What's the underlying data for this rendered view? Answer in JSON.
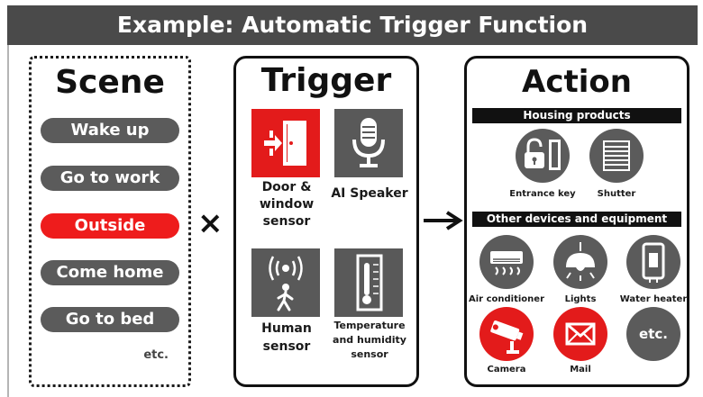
{
  "title": "Example: Automatic Trigger Function",
  "scene": {
    "title": "Scene",
    "items": [
      {
        "label": "Wake up",
        "highlight": false
      },
      {
        "label": "Go to work",
        "highlight": false
      },
      {
        "label": "Outside",
        "highlight": true
      },
      {
        "label": "Come home",
        "highlight": false
      },
      {
        "label": "Go to bed",
        "highlight": false
      }
    ],
    "etc": "etc."
  },
  "operator": "×",
  "trigger": {
    "title": "Trigger",
    "items": [
      {
        "label": "Door & window sensor",
        "icon": "door-sensor-icon"
      },
      {
        "label": "AI Speaker",
        "icon": "microphone-icon"
      },
      {
        "label": "Human sensor",
        "icon": "human-presence-icon"
      },
      {
        "label": "Temperature and humidity sensor",
        "icon": "thermometer-icon"
      }
    ]
  },
  "action": {
    "title": "Action",
    "housing_header": "Housing products",
    "housing": [
      {
        "label": "Entrance key",
        "icon": "lock-icon"
      },
      {
        "label": "Shutter",
        "icon": "shutter-icon"
      }
    ],
    "devices_header": "Other devices and equipment",
    "devices": [
      {
        "label": "Air conditioner",
        "icon": "air-conditioner-icon"
      },
      {
        "label": "Lights",
        "icon": "lamp-icon"
      },
      {
        "label": "Water heater",
        "icon": "water-heater-icon"
      },
      {
        "label": "Camera",
        "icon": "camera-icon"
      },
      {
        "label": "Mail",
        "icon": "mail-icon"
      },
      {
        "label": "etc.",
        "icon": ""
      }
    ]
  },
  "colors": {
    "accent": "#e31b1b",
    "icon_gray": "#595959",
    "title_bar": "#4a4a4a"
  }
}
